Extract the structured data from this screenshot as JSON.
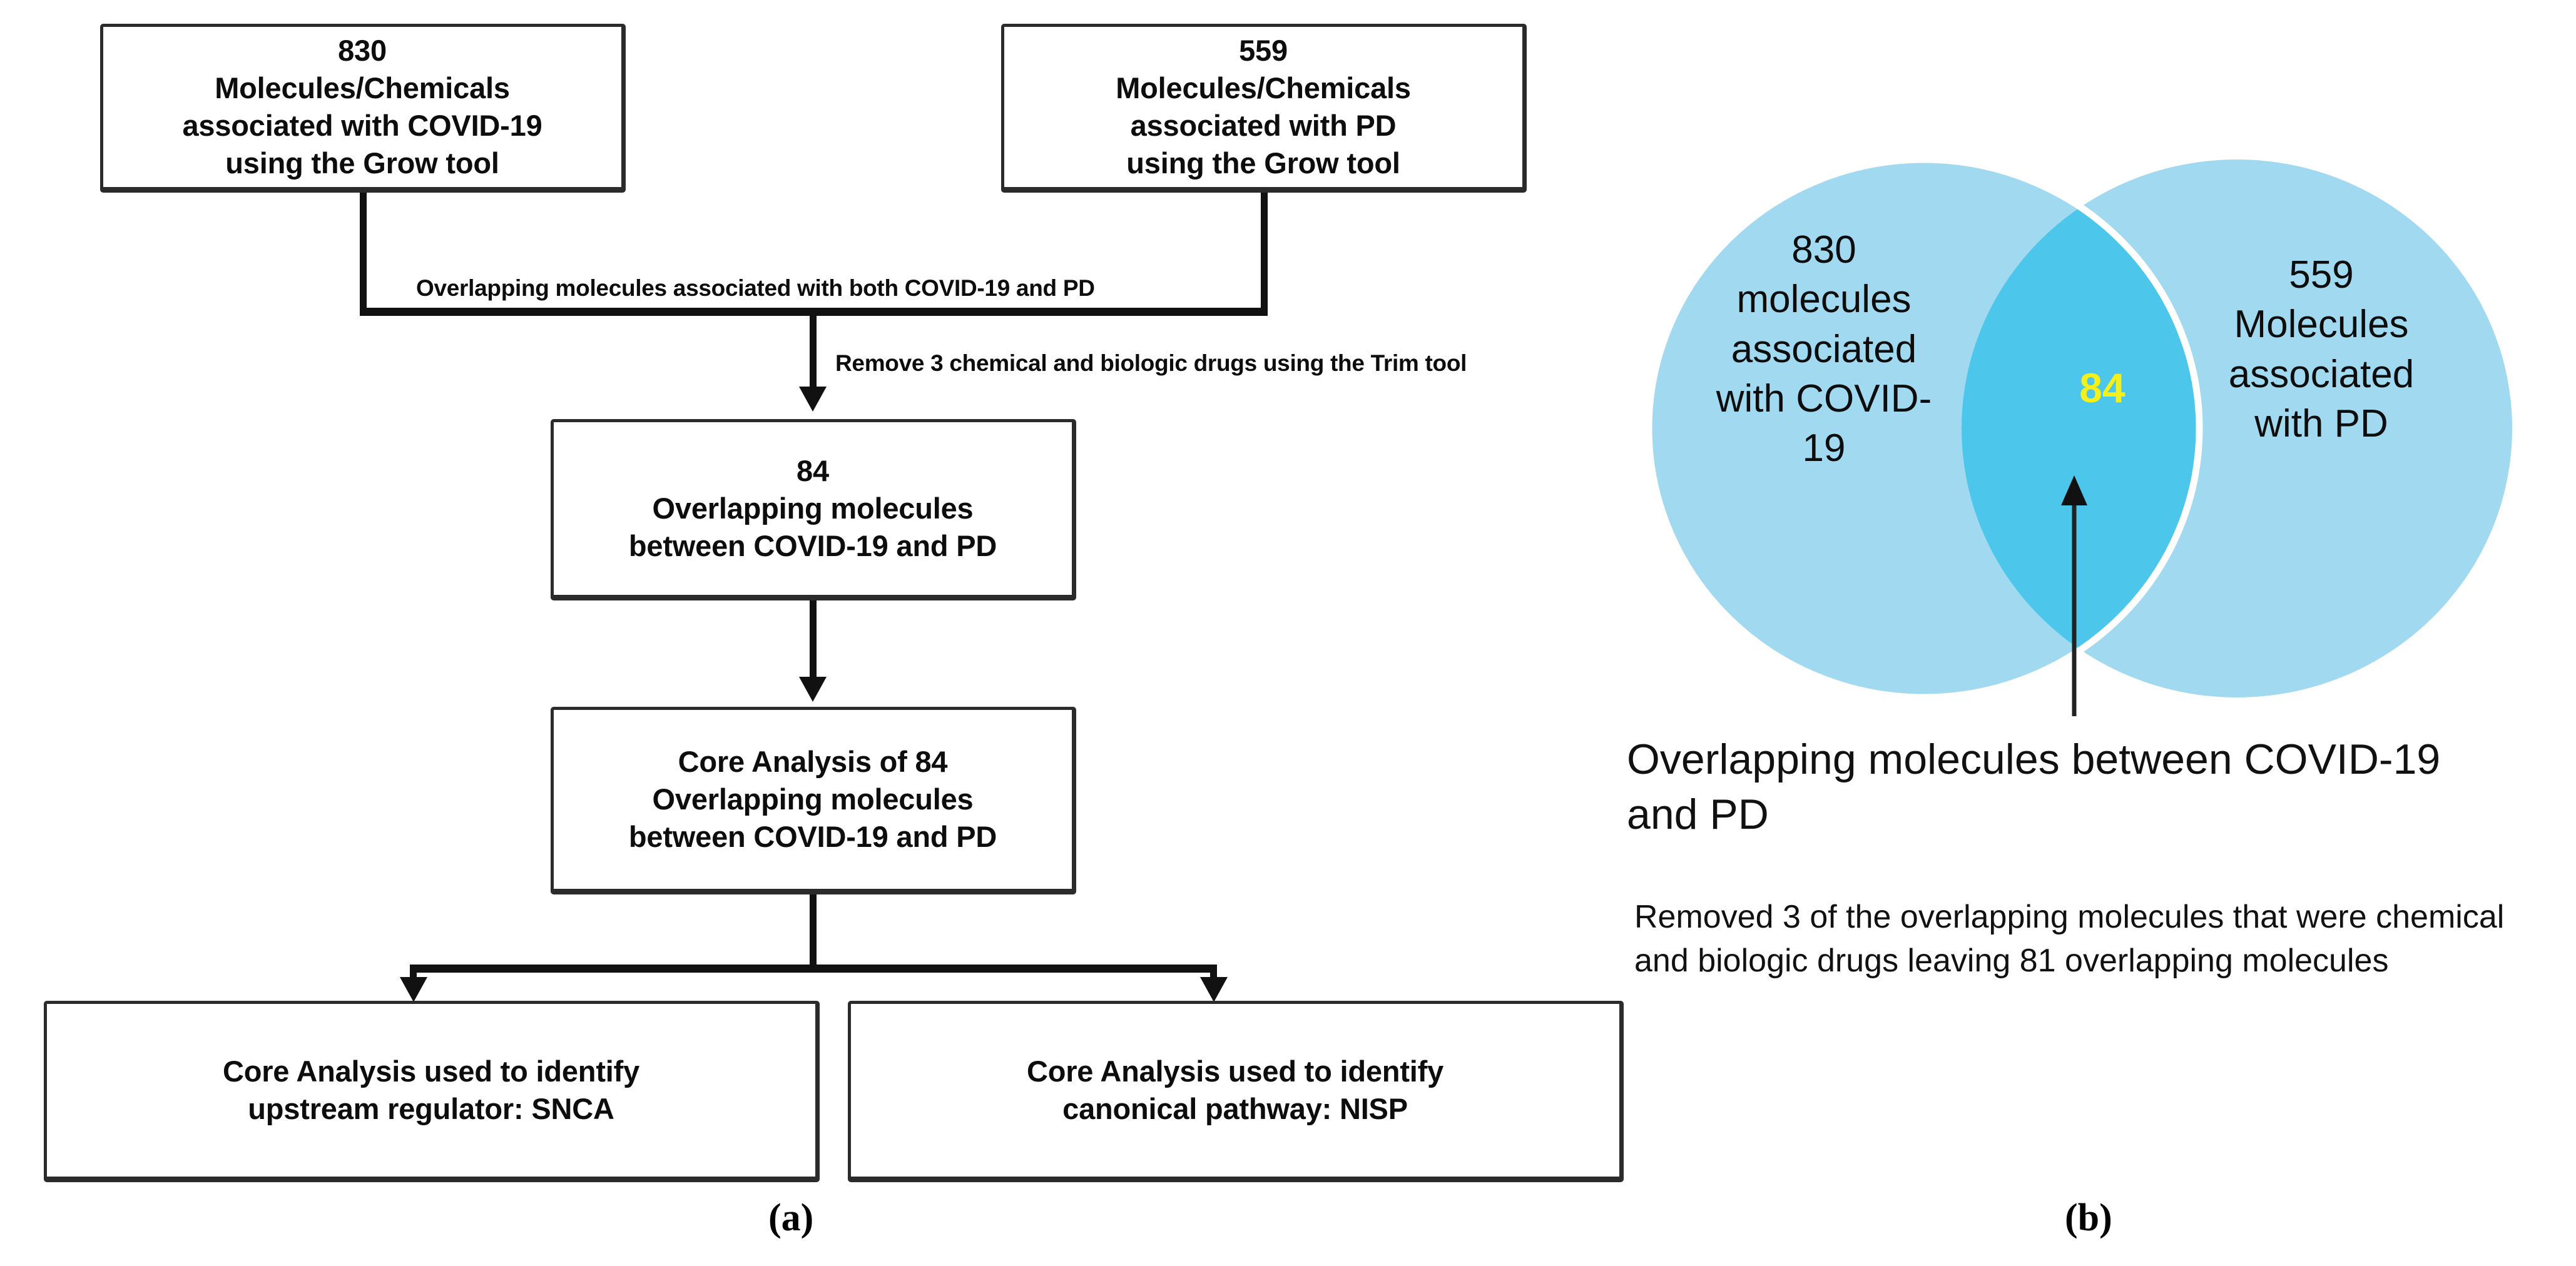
{
  "figure": {
    "panels": [
      {
        "letter": "(a)",
        "name": "flowchart"
      },
      {
        "letter": "(b)",
        "name": "venn-diagram"
      }
    ]
  },
  "flowchart": {
    "boxes": {
      "covid": {
        "count": "830",
        "line2": "Molecules/Chemicals",
        "line3": "associated with COVID-19",
        "line4": "using the Grow tool"
      },
      "pd": {
        "count": "559",
        "line2": "Molecules/Chemicals",
        "line3": "associated with PD",
        "line4": "using the Grow tool"
      },
      "overlap": {
        "count": "84",
        "line2": "Overlapping molecules",
        "line3": "between COVID-19 and PD"
      },
      "core_analysis": {
        "line1": "Core Analysis of 84",
        "line2": "Overlapping molecules",
        "line3": "between COVID-19 and PD"
      },
      "snca": {
        "line1": "Core Analysis used to identify",
        "line2": "upstream regulator: SNCA"
      },
      "nisp": {
        "line1": "Core Analysis used to identify",
        "line2": "canonical pathway: NISP"
      }
    },
    "edge_labels": {
      "merge": "Overlapping molecules associated with both COVID-19 and PD",
      "trim": "Remove 3 chemical and biologic drugs using the Trim tool"
    }
  },
  "venn": {
    "left": {
      "count": "830",
      "line2": "molecules",
      "line3": "associated",
      "line4": "with COVID-",
      "line5": "19"
    },
    "right": {
      "count": "559",
      "line2": "Molecules",
      "line3": "associated",
      "line4": "with PD"
    },
    "intersection": "84",
    "caption": "Overlapping molecules between COVID-19 and PD",
    "note": "Removed 3 of the overlapping molecules that were chemical and biologic drugs leaving 81 overlapping molecules",
    "colors": {
      "circle_fill": "#A1DAF0",
      "intersection_fill": "#4CC6EA",
      "intersection_label": "#F5F019",
      "divider": "#FFFFFF",
      "arrow": "#222222"
    }
  },
  "chart_data": {
    "type": "venn",
    "title": "Overlapping molecules between COVID-19 and PD",
    "sets": [
      {
        "name": "molecules associated with COVID-19",
        "value": 830
      },
      {
        "name": "Molecules associated with PD",
        "value": 559
      }
    ],
    "intersection": 84,
    "after_trim_intersection": 81,
    "removed": 3,
    "legend": "none",
    "grid": false
  }
}
